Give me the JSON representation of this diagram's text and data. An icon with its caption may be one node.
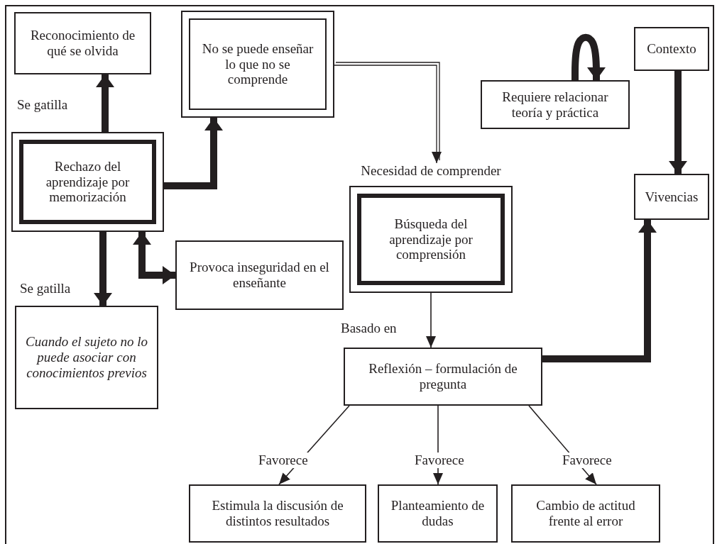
{
  "diagram": {
    "nodes": [
      {
        "text": [
          "Reconocimiento de qué se olvida"
        ]
      },
      {
        "text": [
          "No se puede enseñar lo que no se comprende"
        ]
      },
      {
        "text": [
          "Contexto"
        ]
      },
      {
        "text": [
          "Requiere relacionar teoría y práctica"
        ]
      },
      {
        "text": [
          "Rechazo del aprendizaje por memorización"
        ]
      },
      {
        "text": [
          "Necesidad de comprender",
          "Búsqueda del aprendizaje por comprensión"
        ]
      },
      {
        "text": [
          "Vivencias"
        ]
      },
      {
        "text": [
          "Provoca inseguridad en el enseñante"
        ]
      },
      {
        "text": [
          "Cuando el sujeto no lo puede asociar con conocimientos previos"
        ]
      },
      {
        "text": [
          "Reflexión – formulación de pregunta"
        ]
      },
      {
        "text": [
          "Estimula la discusión de distintos resultados"
        ]
      },
      {
        "text": [
          "Planteamiento de dudas"
        ]
      },
      {
        "text": [
          "Cambio de actitud frente al error"
        ]
      }
    ],
    "edges": [
      {
        "from": 4,
        "to": 0,
        "arrow": "to",
        "label": "Se gatilla"
      },
      {
        "from": 4,
        "to": 1,
        "arrow": "to"
      },
      {
        "from": 4,
        "to": 8,
        "arrow": "to",
        "label": "Se gatilla"
      },
      {
        "from": 4,
        "to": 7,
        "arrow": "both"
      },
      {
        "from": 1,
        "to": 5,
        "arrow": "to"
      },
      {
        "from": 3,
        "to": 3,
        "arrow": "to"
      },
      {
        "from": 2,
        "to": 6,
        "arrow": "to"
      },
      {
        "from": 9,
        "to": 6,
        "arrow": "to"
      },
      {
        "from": 5,
        "to": 9,
        "arrow": "to",
        "label": "Basado en"
      },
      {
        "from": 9,
        "to": 10,
        "arrow": "to",
        "label": "Favorece"
      },
      {
        "from": 9,
        "to": 11,
        "arrow": "to",
        "label": "Favorece"
      },
      {
        "from": 9,
        "to": 12,
        "arrow": "to",
        "label": "Favorece"
      }
    ]
  }
}
